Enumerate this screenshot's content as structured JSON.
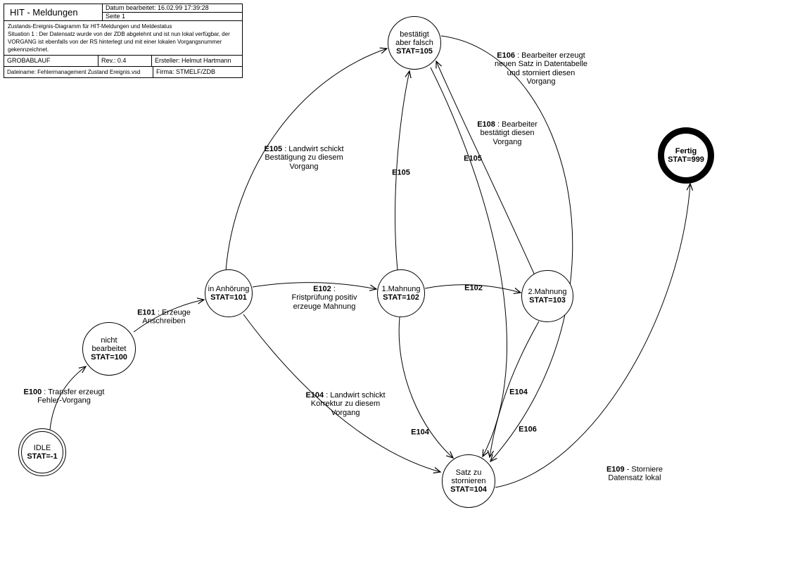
{
  "title_block": {
    "title": "HIT - Meldungen",
    "date_label": "Datum bearbeitet: 16.02.99 17:39:28",
    "page_label": "Seite 1",
    "description": "Zustands-Ereignis-Diagramm für HIT-Meldungen und Meldestatus\nSituation 1 : Der Datensatz wurde von der ZDB abgelehnt und ist nun lokal verfügbar, der VORGANG ist ebenfalls von der RS hinterlegt und mit einer lokalen Vorgangsnummer gekennzeichnet.",
    "process": "GROBABLAUF",
    "revision": "Rev.: 0.4",
    "author": "Ersteller: Helmut Hartmann",
    "filename": "Dateiname: Fehlermanagement Zustand Ereignis.vsd",
    "company": "Firma: STMELF/ZDB"
  },
  "states": [
    {
      "name": "bestätigt aber falsch",
      "stat": "STAT=105"
    },
    {
      "name": "Fertig",
      "stat": "STAT=999"
    },
    {
      "name": "in Anhörung",
      "stat": "STAT=101"
    },
    {
      "name": "1.Mahnung",
      "stat": "STAT=102"
    },
    {
      "name": "2.Mahnung",
      "stat": "STAT=103"
    },
    {
      "name": "nicht bearbeitet",
      "stat": "STAT=100"
    },
    {
      "name": "IDLE",
      "stat": "STAT=-1"
    },
    {
      "name": "Satz zu stornieren",
      "stat": "STAT=104"
    }
  ],
  "transitions": [
    {
      "event": "E100",
      "text": " : Transfer erzeugt\nFehler-Vorgang",
      "from": "IDLE",
      "to": "nicht bearbeitet"
    },
    {
      "event": "E101",
      "text": " : Erzeuge\nAnschreiben",
      "from": "nicht bearbeitet",
      "to": "in Anhörung"
    },
    {
      "event": "E102",
      "text": " :\nFristprüfung positiv\nerzeuge Mahnung",
      "from": "in Anhörung",
      "to": "1.Mahnung"
    },
    {
      "event": "E102",
      "text": "",
      "from": "1.Mahnung",
      "to": "2.Mahnung"
    },
    {
      "event": "E105",
      "text": " : Landwirt schickt\nBestätigung zu diesem\nVorgang",
      "from": "in Anhörung",
      "to": "bestätigt aber falsch"
    },
    {
      "event": "E105",
      "text": "",
      "from": "1.Mahnung",
      "to": "bestätigt aber falsch"
    },
    {
      "event": "E105",
      "text": "",
      "from": "2.Mahnung",
      "to": "bestätigt aber falsch"
    },
    {
      "event": "E106",
      "text": " : Bearbeiter erzeugt\nneuen Satz in Datentabelle\nund storniert diesen\nVorgang",
      "from": "bestätigt aber falsch",
      "to": "Satz zu stornieren"
    },
    {
      "event": "E108",
      "text": " : Bearbeiter\nbestätigt diesen\nVorgang",
      "from": "bestätigt aber falsch",
      "to": "Satz zu stornieren"
    },
    {
      "event": "E104",
      "text": " : Landwirt schickt\nKorrektur zu diesem\nVorgang",
      "from": "in Anhörung",
      "to": "Satz zu stornieren"
    },
    {
      "event": "E104",
      "text": "",
      "from": "1.Mahnung",
      "to": "Satz zu stornieren"
    },
    {
      "event": "E104",
      "text": "",
      "from": "2.Mahnung",
      "to": "Satz zu stornieren"
    },
    {
      "event": "E109",
      "text": " - Storniere\nDatensatz lokal",
      "from": "Satz zu stornieren",
      "to": "Fertig"
    }
  ]
}
